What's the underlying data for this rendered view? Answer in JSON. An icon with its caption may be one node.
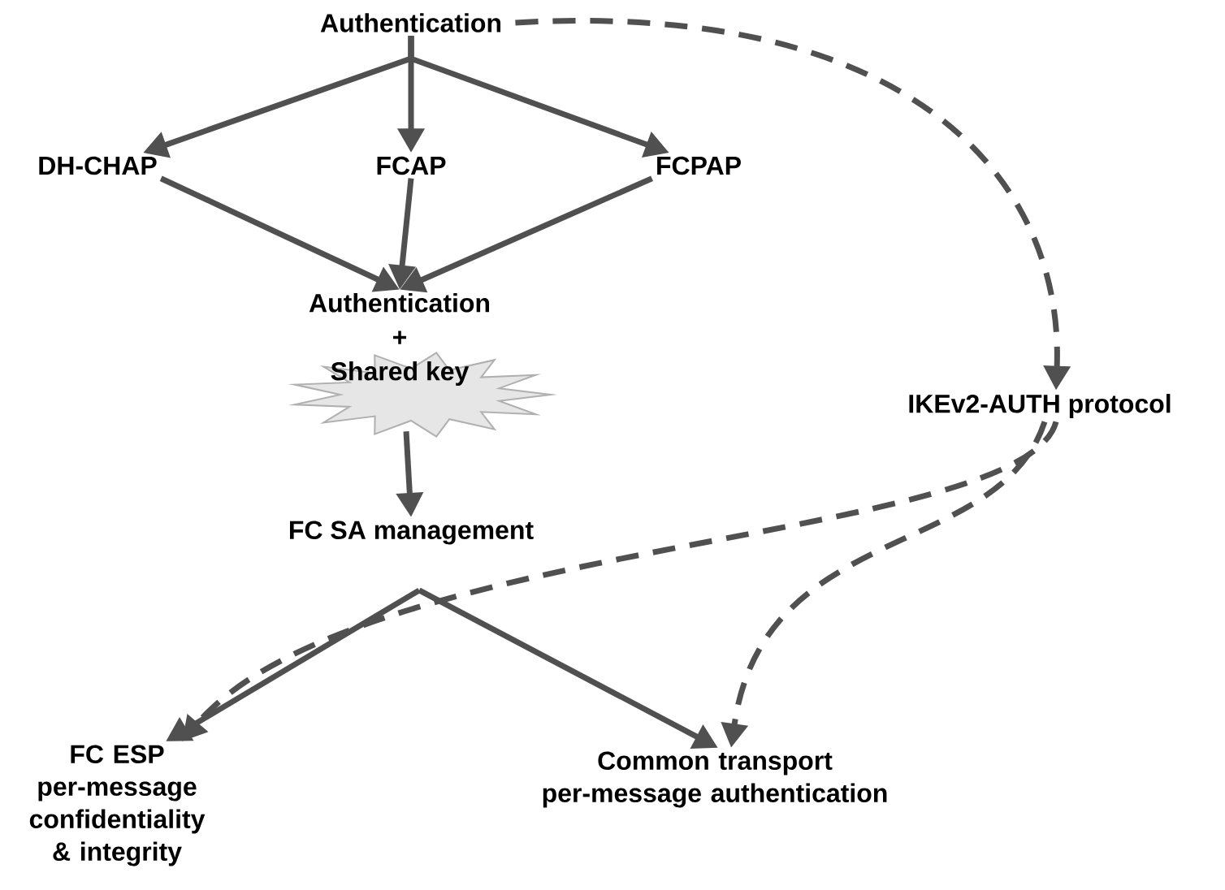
{
  "diagram": {
    "nodes": [
      {
        "text": [
          "Authentication"
        ]
      },
      {
        "text": [
          "DH-CHAP"
        ]
      },
      {
        "text": [
          "FCAP"
        ]
      },
      {
        "text": [
          "FCPAP"
        ]
      },
      {
        "text": [
          "Authentication",
          "+",
          "Shared key"
        ]
      },
      {
        "text": [
          "FC SA management"
        ]
      },
      {
        "text": [
          "IKEv2-AUTH protocol"
        ]
      },
      {
        "text": [
          "FC ESP",
          "per-message confidentiality & integrity"
        ]
      },
      {
        "text": [
          "Common transport per-message authentication"
        ]
      }
    ],
    "edges": [
      {
        "from": 0,
        "to": 1,
        "arrow": "to"
      },
      {
        "from": 0,
        "to": 2,
        "arrow": "to"
      },
      {
        "from": 0,
        "to": 3,
        "arrow": "to"
      },
      {
        "from": 1,
        "to": 4,
        "arrow": "to"
      },
      {
        "from": 2,
        "to": 4,
        "arrow": "to"
      },
      {
        "from": 3,
        "to": 4,
        "arrow": "to"
      },
      {
        "from": 4,
        "to": 5,
        "arrow": "to"
      },
      {
        "from": 5,
        "to": 7,
        "arrow": "to"
      },
      {
        "from": 5,
        "to": 8,
        "arrow": "to"
      },
      {
        "from": 0,
        "to": 6,
        "arrow": "to",
        "style": "dashed"
      },
      {
        "from": 6,
        "to": 7,
        "arrow": "to",
        "style": "dashed"
      },
      {
        "from": 6,
        "to": 8,
        "arrow": "to",
        "style": "dashed"
      }
    ]
  }
}
